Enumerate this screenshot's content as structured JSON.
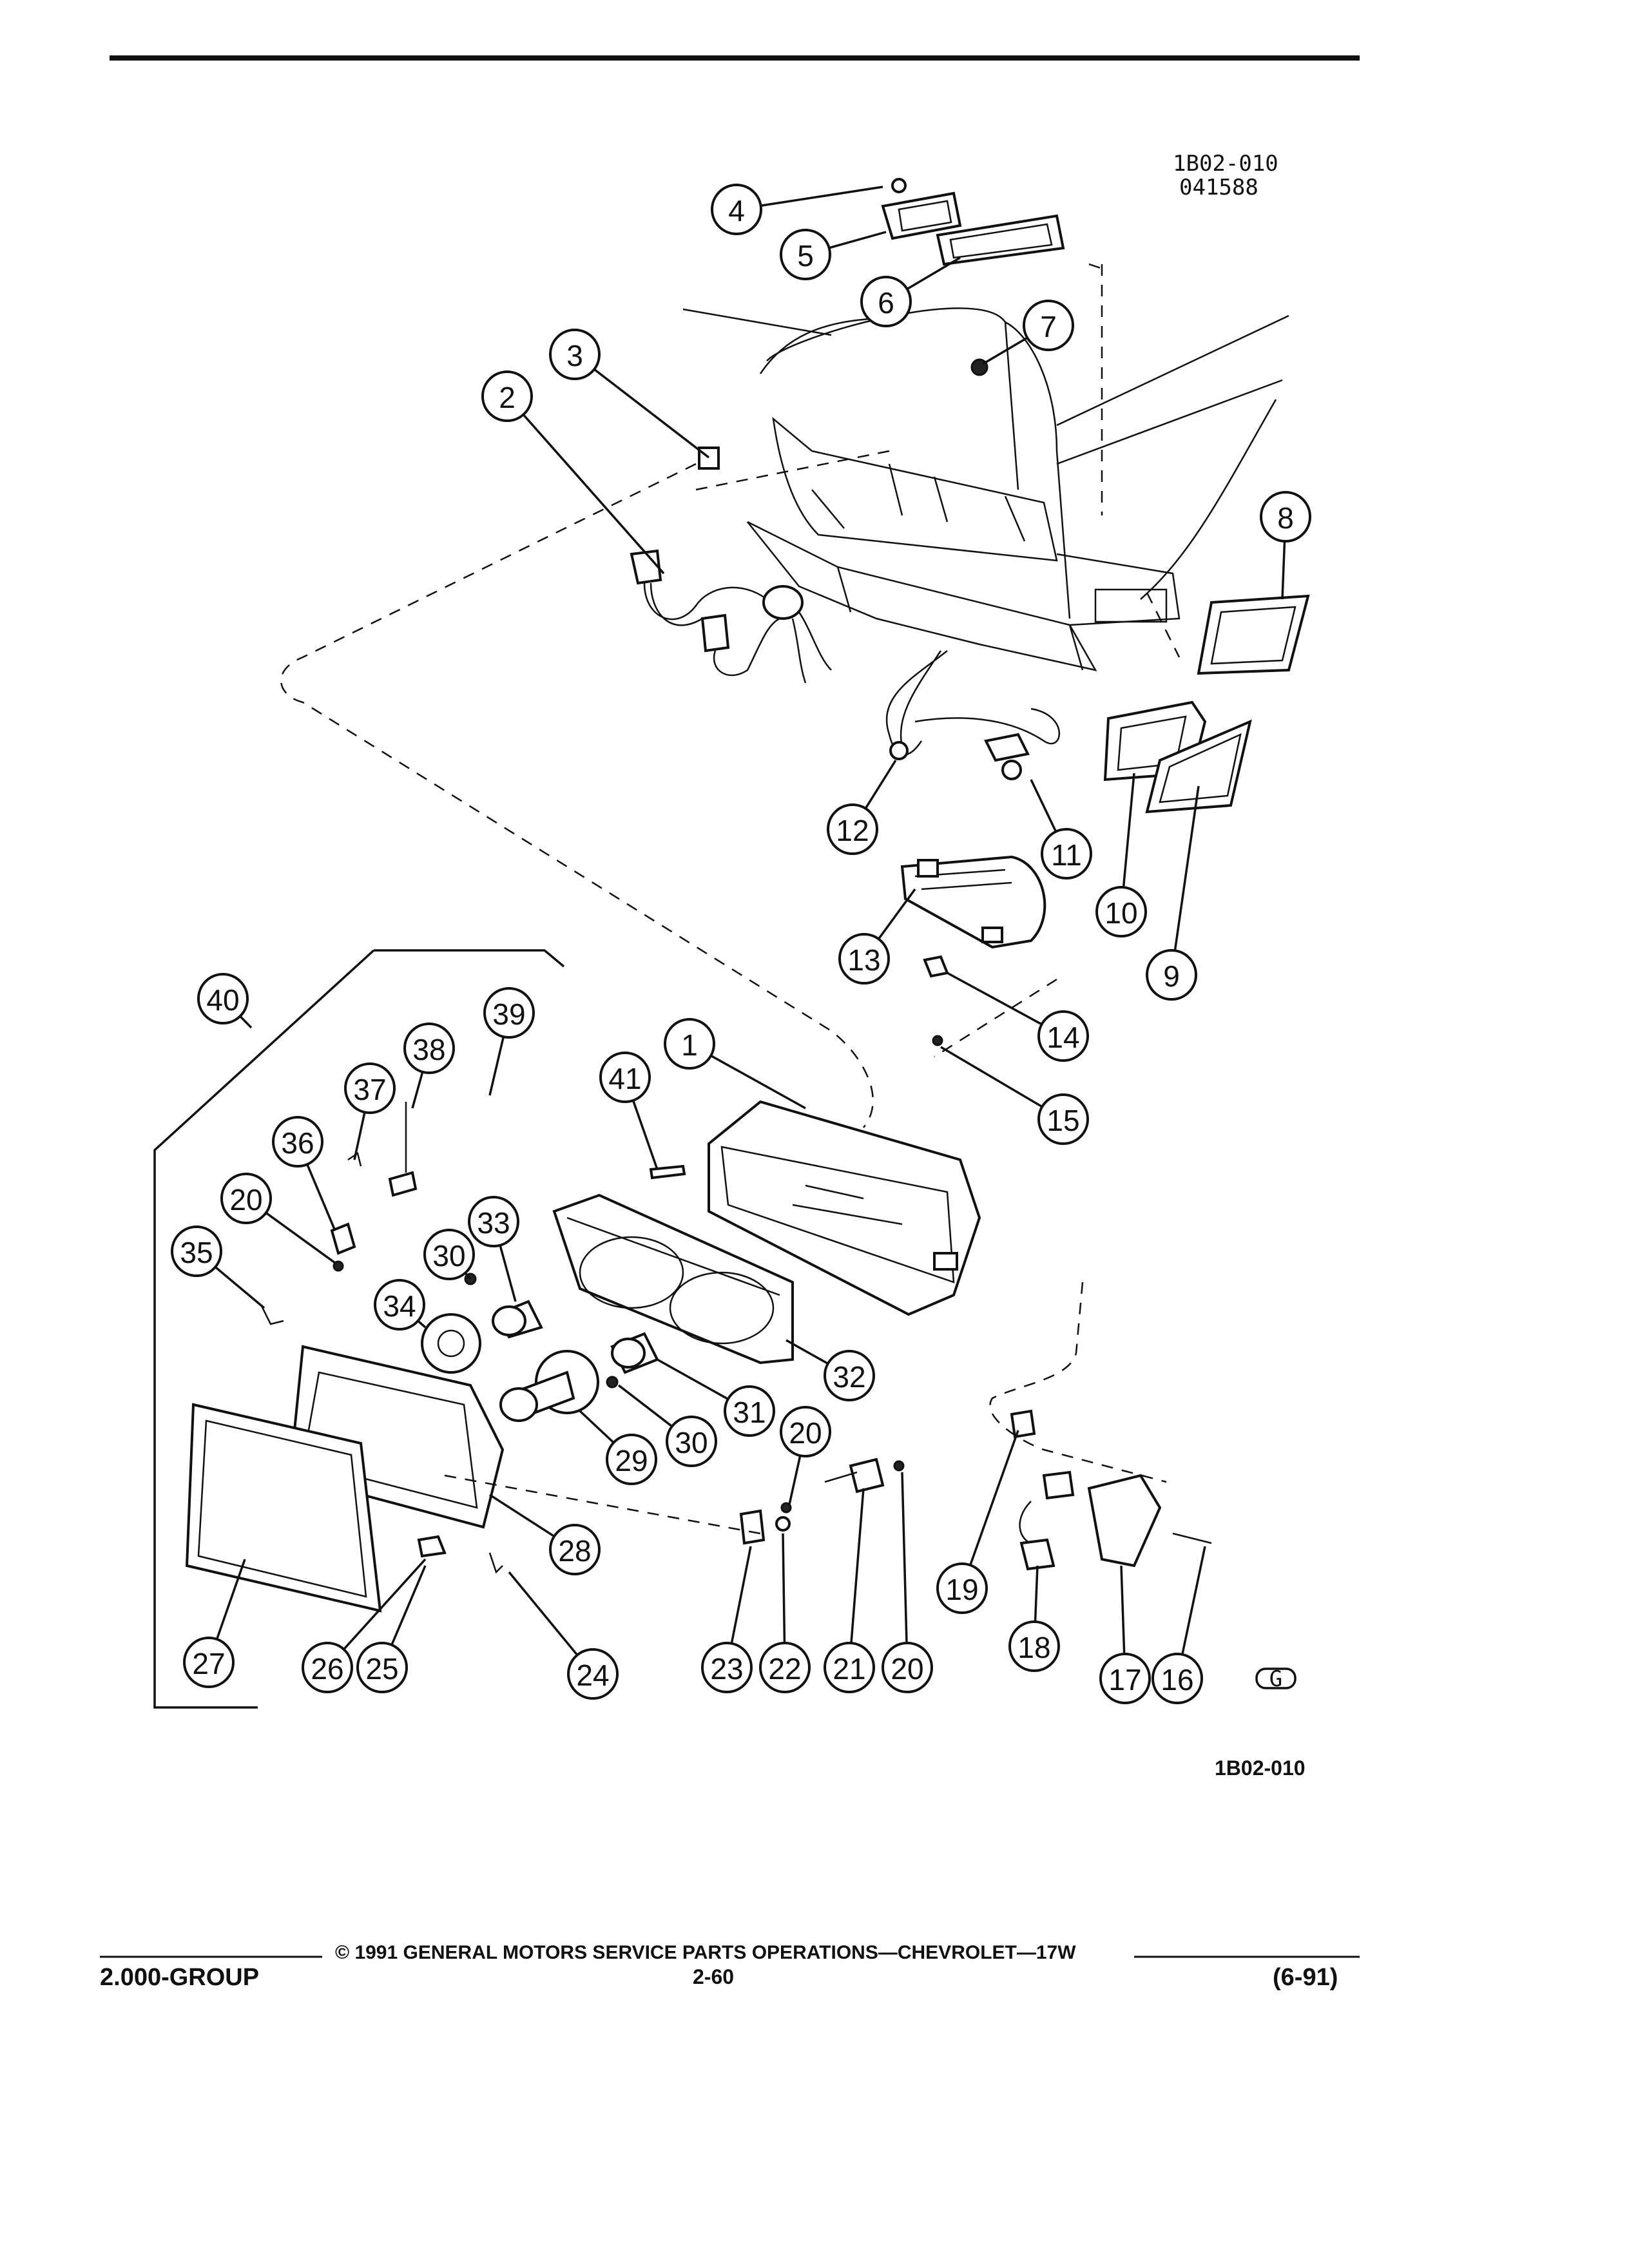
{
  "figure": {
    "code_top": "1B02-010",
    "date_code": "041588",
    "code_bottom": "1B02-010",
    "mark": "G"
  },
  "callouts": [
    {
      "n": "1"
    },
    {
      "n": "2"
    },
    {
      "n": "3"
    },
    {
      "n": "4"
    },
    {
      "n": "5"
    },
    {
      "n": "6"
    },
    {
      "n": "7"
    },
    {
      "n": "8"
    },
    {
      "n": "9"
    },
    {
      "n": "10"
    },
    {
      "n": "11"
    },
    {
      "n": "12"
    },
    {
      "n": "13"
    },
    {
      "n": "14"
    },
    {
      "n": "15"
    },
    {
      "n": "16"
    },
    {
      "n": "17"
    },
    {
      "n": "18"
    },
    {
      "n": "19"
    },
    {
      "n": "20"
    },
    {
      "n": "20"
    },
    {
      "n": "20"
    },
    {
      "n": "21"
    },
    {
      "n": "22"
    },
    {
      "n": "23"
    },
    {
      "n": "24"
    },
    {
      "n": "25"
    },
    {
      "n": "26"
    },
    {
      "n": "27"
    },
    {
      "n": "28"
    },
    {
      "n": "29"
    },
    {
      "n": "30"
    },
    {
      "n": "30"
    },
    {
      "n": "31"
    },
    {
      "n": "32"
    },
    {
      "n": "33"
    },
    {
      "n": "34"
    },
    {
      "n": "35"
    },
    {
      "n": "36"
    },
    {
      "n": "37"
    },
    {
      "n": "38"
    },
    {
      "n": "39"
    },
    {
      "n": "40"
    },
    {
      "n": "41"
    }
  ],
  "footer": {
    "group": "2.000-GROUP",
    "copyright": "© 1991 GENERAL MOTORS SERVICE PARTS OPERATIONS—CHEVROLET—17W",
    "page": "2-60",
    "date": "(6-91)"
  }
}
